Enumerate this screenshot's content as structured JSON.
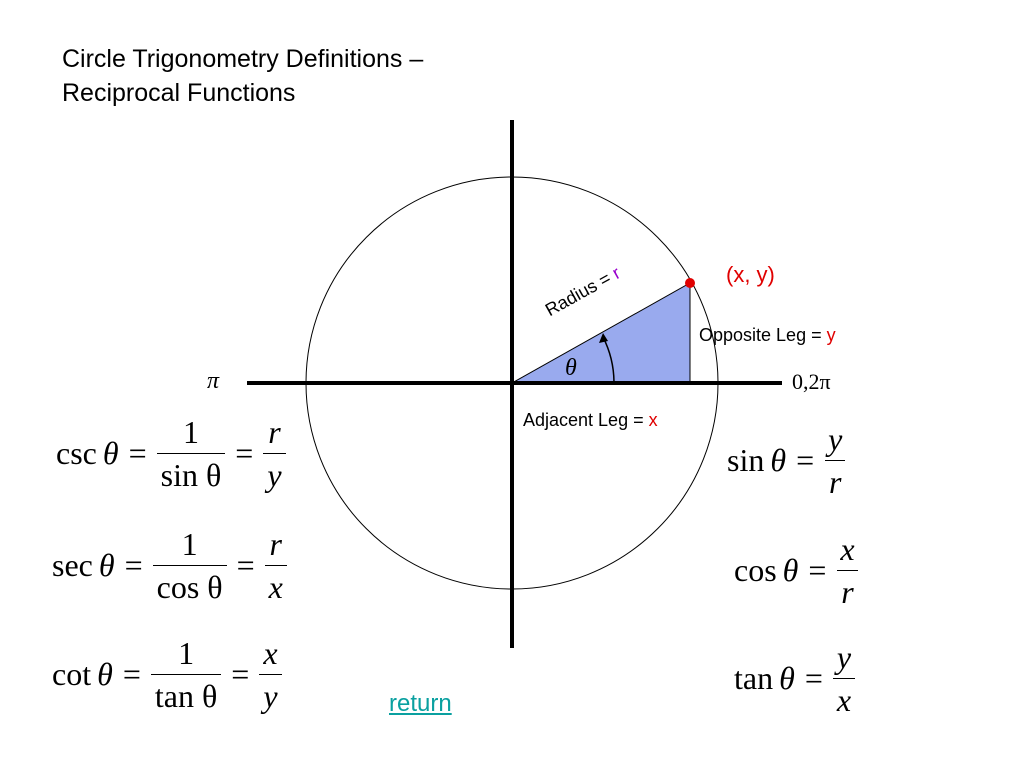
{
  "title": {
    "line1": "Circle Trigonometry Definitions –",
    "line2": "Reciprocal Functions"
  },
  "diagram": {
    "point_label": "(x, y)",
    "radius_label": "Radius = ",
    "radius_var": "r",
    "opposite_label": "Opposite Leg = ",
    "opposite_var": "y",
    "adjacent_label": "Adjacent Leg = ",
    "adjacent_var": "x",
    "theta": "θ",
    "left_axis_label": "π",
    "right_axis_label": "0,2π",
    "colors": {
      "triangle_fill": "#99aaee",
      "point": "#e00000",
      "var_red": "#e00000",
      "var_purple": "#9900cc"
    }
  },
  "formulas_left": [
    {
      "fn": "csc",
      "theta": "θ",
      "num1": "1",
      "den1": "sin θ",
      "num2": "r",
      "den2": "y"
    },
    {
      "fn": "sec",
      "theta": "θ",
      "num1": "1",
      "den1": "cos θ",
      "num2": "r",
      "den2": "x"
    },
    {
      "fn": "cot",
      "theta": "θ",
      "num1": "1",
      "den1": "tan θ",
      "num2": "x",
      "den2": "y"
    }
  ],
  "formulas_right": [
    {
      "fn": "sin",
      "theta": "θ",
      "num": "y",
      "den": "r"
    },
    {
      "fn": "cos",
      "theta": "θ",
      "num": "x",
      "den": "r"
    },
    {
      "fn": "tan",
      "theta": "θ",
      "num": "y",
      "den": "x"
    }
  ],
  "equals": "=",
  "return_link": "return"
}
